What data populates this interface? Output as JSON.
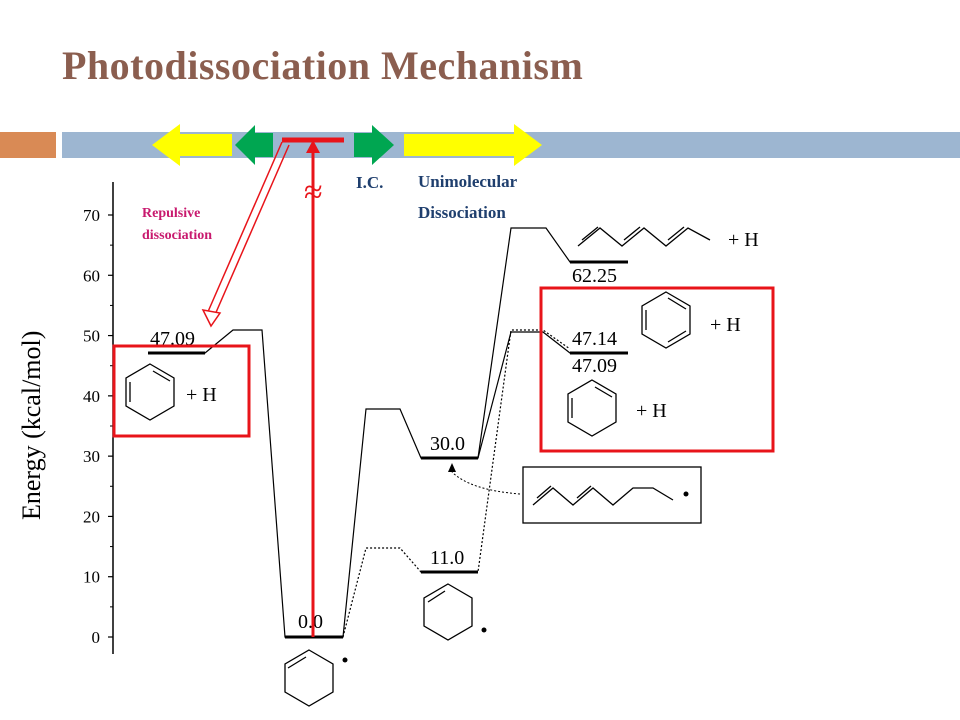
{
  "title": "Photodissociation Mechanism",
  "labels": {
    "repulsive_line1": "Repulsive",
    "repulsive_line2": "dissociation",
    "ic": "I.C.",
    "unimolecular_line1": "Unimolecular",
    "unimolecular_line2": "Dissociation",
    "plus_h": "+ H",
    "approx_symbol": "≈"
  },
  "axis": {
    "ylabel": "Energy (kcal/mol)",
    "ticks": [
      "0",
      "10",
      "20",
      "30",
      "40",
      "50",
      "60",
      "70"
    ],
    "range": [
      0,
      70
    ]
  },
  "levels": {
    "product_left": "47.09",
    "ground": "0.0",
    "intermediate_a": "30.0",
    "intermediate_b": "11.0",
    "product_top": "62.25",
    "product_mid_upper": "47.14",
    "product_mid_lower": "47.09"
  },
  "colors": {
    "title": "#8b5e4f",
    "accent_red": "#e8141a",
    "magenta_label": "#c8196e",
    "arrow_yellow": "#ffff00",
    "arrow_green": "#00a651",
    "bar_orange": "#d98a55",
    "bar_blue": "#9db6d1"
  }
}
